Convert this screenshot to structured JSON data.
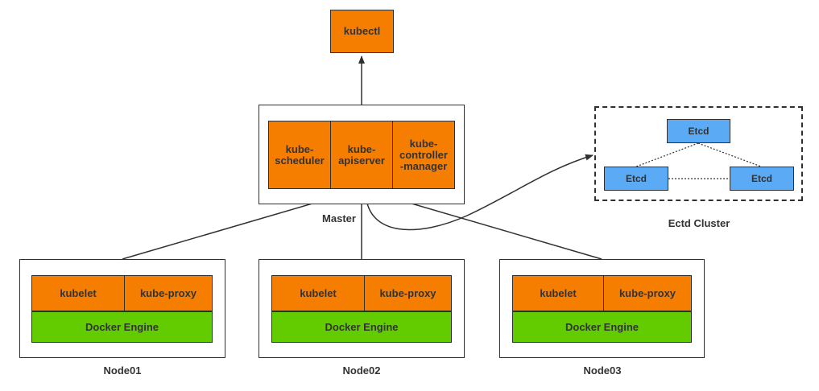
{
  "kubectl": "kubectl",
  "master": {
    "label": "Master",
    "components": {
      "scheduler": "kube-\nscheduler",
      "apiserver": "kube-\napiserver",
      "controller": "kube-\ncontroller\n-manager"
    }
  },
  "etcd_cluster": {
    "label": "Ectd Cluster",
    "nodes": [
      "Etcd",
      "Etcd",
      "Etcd"
    ]
  },
  "nodes": [
    {
      "label": "Node01",
      "kubelet": "kubelet",
      "proxy": "kube-proxy",
      "engine": "Docker Engine"
    },
    {
      "label": "Node02",
      "kubelet": "kubelet",
      "proxy": "kube-proxy",
      "engine": "Docker Engine"
    },
    {
      "label": "Node03",
      "kubelet": "kubelet",
      "proxy": "kube-proxy",
      "engine": "Docker Engine"
    }
  ],
  "colors": {
    "component": "#f57d00",
    "engine": "#62cc00",
    "etcd": "#5aaaf5",
    "border": "#303030"
  }
}
